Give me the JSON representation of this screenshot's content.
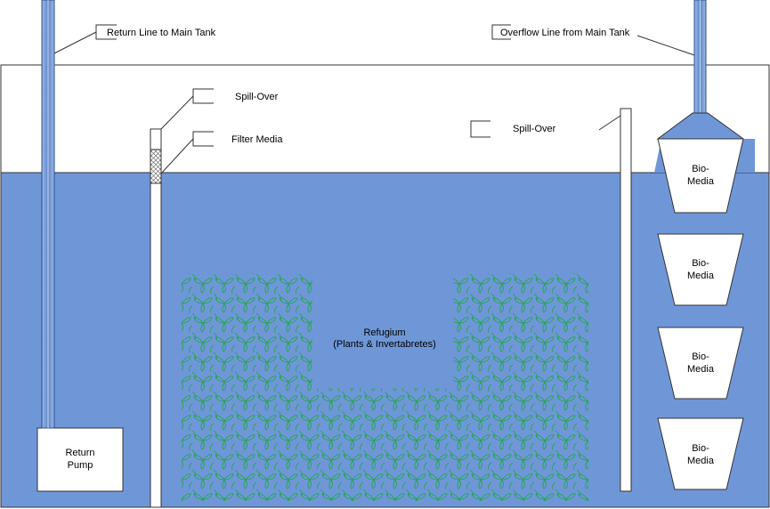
{
  "labels": {
    "return_line": "Return Line to Main Tank",
    "overflow_line": "Overflow Line from Main Tank",
    "spill_over_left": "Spill-Over",
    "filter_media": "Filter Media",
    "spill_over_right": "Spill-Over",
    "refugium_title": "Refugium",
    "refugium_sub": "(Plants & Invertabretes)",
    "return_pump_1": "Return",
    "return_pump_2": "Pump",
    "bio_1": "Bio-",
    "bio_2": "Media"
  },
  "colors": {
    "water": "#6f97d8",
    "plant": "#1fa64a",
    "pipe": "#8fb1e6",
    "outline": "#333333"
  }
}
